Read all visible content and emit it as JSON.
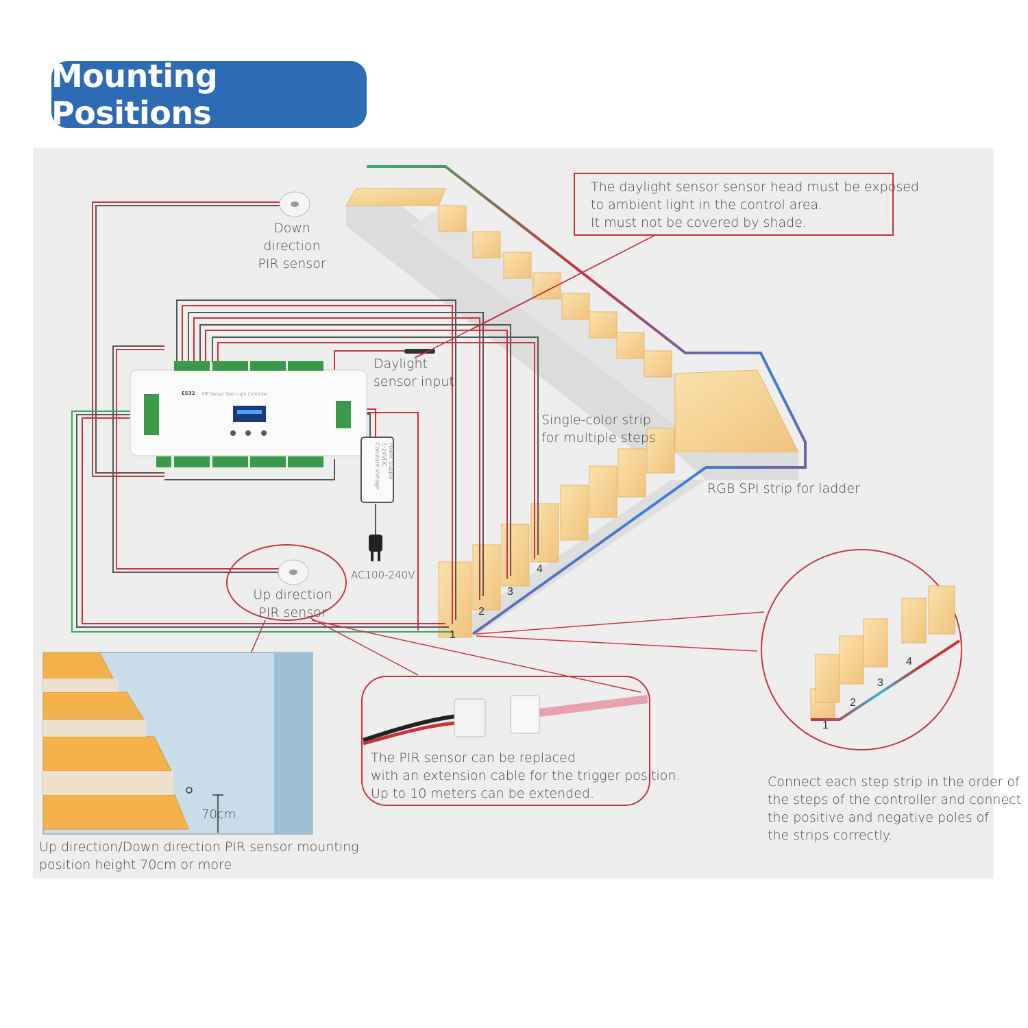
{
  "title": "Mounting Positions",
  "labels": {
    "down_sensor_1": "Down direction",
    "down_sensor_2": "PIR sensor",
    "up_sensor_1": "Up direction",
    "up_sensor_2": "PIR sensor",
    "daylight_1": "Daylight",
    "daylight_2": "sensor input",
    "single_color_1": "Single-color strip",
    "single_color_2": "for multiple steps",
    "rgb_strip": "RGB SPI strip for ladder",
    "ac": "AC100-240V",
    "power_supply_1": "Power Supply",
    "power_supply_2": "5-24VDC",
    "power_supply_3": "Constant Voltage",
    "height": "70cm",
    "controller_model": "ES32",
    "controller_name": "PIR Sensor Stair Light Controller"
  },
  "notes": {
    "daylight_note": [
      "The daylight sensor sensor head must be exposed",
      "to ambient light in the control area.",
      "It must not be covered by shade."
    ],
    "extension_note": [
      "The PIR sensor can be replaced",
      "with an extension cable for the trigger position.",
      "Up to 10 meters can be extended."
    ],
    "order_note": [
      "Connect each step strip in the order of",
      "the steps of the controller and connect",
      "the positive and negative poles of",
      "the strips correctly."
    ],
    "mount_note": [
      "Up direction/Down direction PIR sensor mounting",
      "position height 70cm or more"
    ]
  },
  "step_numbers": [
    "1",
    "2",
    "3",
    "4"
  ],
  "zoom_step_numbers": [
    "1",
    "2",
    "3",
    "4"
  ],
  "colors": {
    "accent": "#2d6cb5",
    "wire_red": "#c8323c",
    "wire_green": "#3aa55a",
    "wood": "#f6cf8c"
  }
}
